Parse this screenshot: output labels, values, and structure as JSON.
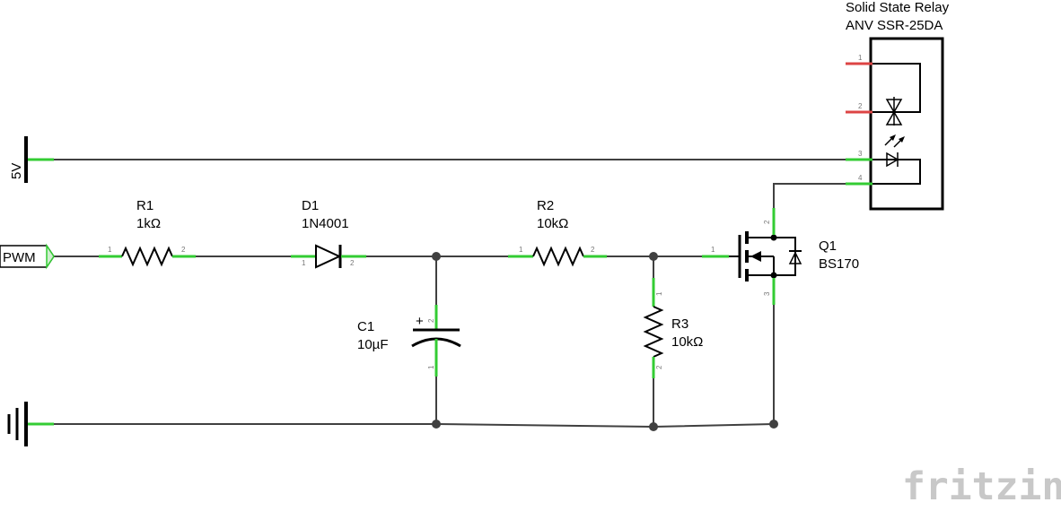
{
  "components": {
    "ssr": {
      "title": "Solid State Relay",
      "part": "ANV SSR-25DA",
      "pins": [
        "1",
        "2",
        "3",
        "4"
      ]
    },
    "vcc": {
      "label": "5V"
    },
    "pwm": {
      "label": "PWM"
    },
    "r1": {
      "ref": "R1",
      "value": "1kΩ",
      "pins": [
        "1",
        "2"
      ]
    },
    "d1": {
      "ref": "D1",
      "value": "1N4001",
      "pins": [
        "1",
        "2"
      ]
    },
    "r2": {
      "ref": "R2",
      "value": "10kΩ",
      "pins": [
        "1",
        "2"
      ]
    },
    "c1": {
      "ref": "C1",
      "value": "10µF",
      "polarity": "+",
      "pins": [
        "2",
        "1"
      ]
    },
    "r3": {
      "ref": "R3",
      "value": "10kΩ",
      "pins": [
        "1",
        "2"
      ]
    },
    "q1": {
      "ref": "Q1",
      "value": "BS170",
      "pins": [
        "1",
        "2",
        "3"
      ]
    }
  },
  "watermark": "fritzing",
  "colors": {
    "lead": "#33cc33",
    "lead_unconnected": "#dd4444",
    "wire": "#404040",
    "watermark": "#c8c8c8"
  }
}
